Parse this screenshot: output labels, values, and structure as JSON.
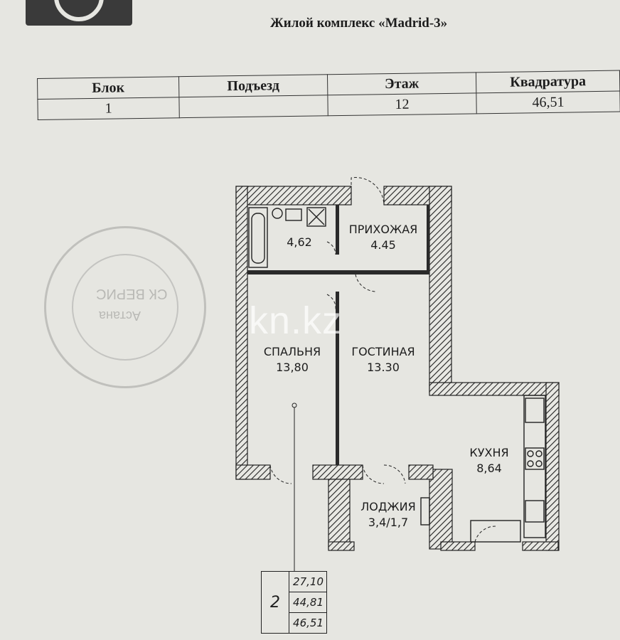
{
  "header": {
    "title": "Жилой комплекс «Madrid-3»"
  },
  "info_table": {
    "columns": [
      "Блок",
      "Подъезд",
      "Этаж",
      "Квадратура"
    ],
    "values": [
      "1",
      "",
      "12",
      "46,51"
    ]
  },
  "stamp": {
    "line1": "СК ВЕРИС",
    "line2": "Астана"
  },
  "watermark": "kn.kz",
  "rooms": {
    "bathroom": {
      "area": "4,62"
    },
    "hall": {
      "name": "ПРИХОЖАЯ",
      "area": "4.45"
    },
    "bedroom": {
      "name": "СПАЛЬНЯ",
      "area": "13,80"
    },
    "living": {
      "name": "ГОСТИНАЯ",
      "area": "13.30"
    },
    "kitchen": {
      "name": "КУХНЯ",
      "area": "8,64"
    },
    "loggia": {
      "name": "ЛОДЖИЯ",
      "area": "3,4/1,7"
    }
  },
  "area_table": {
    "index": "2",
    "values": [
      "27,10",
      "44,81",
      "46,51"
    ]
  }
}
